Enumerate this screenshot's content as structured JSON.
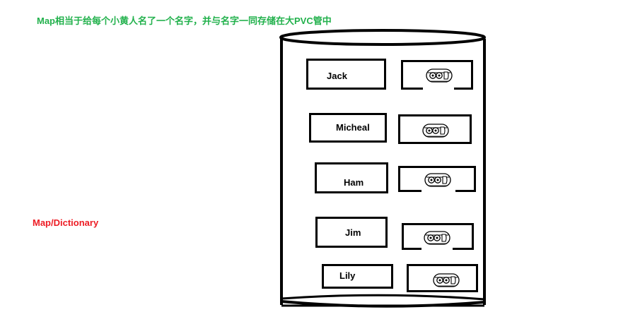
{
  "header_note": "Map相当于给每个小黄人名了一个名字，并与名字一同存储在大PVC管中",
  "side_label": "Map/Dictionary",
  "colors": {
    "header_note": "#22b14c",
    "side_label": "#ed1c24",
    "stroke": "#000000"
  },
  "entries": [
    {
      "key": "Jack",
      "value_icon": "minion-icon"
    },
    {
      "key": "Micheal",
      "value_icon": "minion-icon"
    },
    {
      "key": "Ham",
      "value_icon": "minion-icon"
    },
    {
      "key": "Jim",
      "value_icon": "minion-icon"
    },
    {
      "key": "Lily",
      "value_icon": "minion-icon"
    }
  ]
}
